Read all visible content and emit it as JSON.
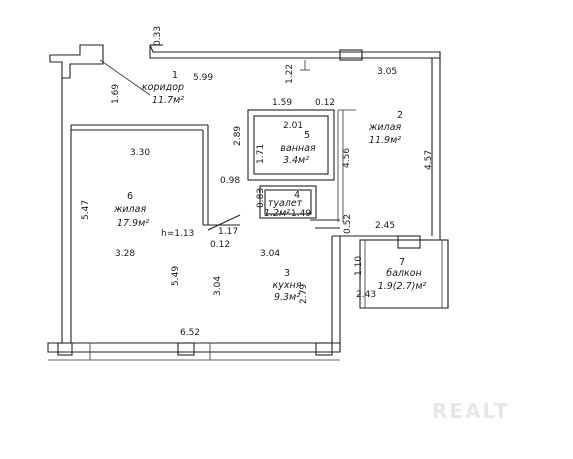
{
  "rooms": [
    {
      "id": "1",
      "name": "коридор",
      "area": "11.7м²"
    },
    {
      "id": "2",
      "name": "жилая",
      "area": "11.9м²"
    },
    {
      "id": "3",
      "name": "кухня",
      "area": "9.3м²"
    },
    {
      "id": "4",
      "name": "туалет",
      "area": "1.2м²"
    },
    {
      "id": "5",
      "name": "ванная",
      "area": "3.4м²"
    },
    {
      "id": "6",
      "name": "жилая",
      "area": "17.9м²"
    },
    {
      "id": "7",
      "name": "балкон",
      "area": "1.9(2.7)м²"
    }
  ],
  "dimensions": {
    "d033": "0.33",
    "d599": "5.99",
    "d169": "1.69",
    "d122": "1.22",
    "d305": "3.05",
    "d159": "1.59",
    "d012a": "0.12",
    "d201": "2.01",
    "d289": "2.89",
    "d171": "1.71",
    "d456": "4.56",
    "d457": "4.57",
    "d330": "3.30",
    "d098": "0.98",
    "d083": "0.83",
    "d149": "1.49",
    "d052": "0.52",
    "d245": "2.45",
    "d547": "5.47",
    "h": "h=1.13",
    "d012b": "0.12",
    "d117": "1.17",
    "d304a": "3.04",
    "d328": "3.28",
    "d549": "5.49",
    "d304b": "3.04",
    "d279": "2.79",
    "d110": "1.10",
    "d243": "2.43",
    "d652": "6.52"
  },
  "watermark": "REALT"
}
